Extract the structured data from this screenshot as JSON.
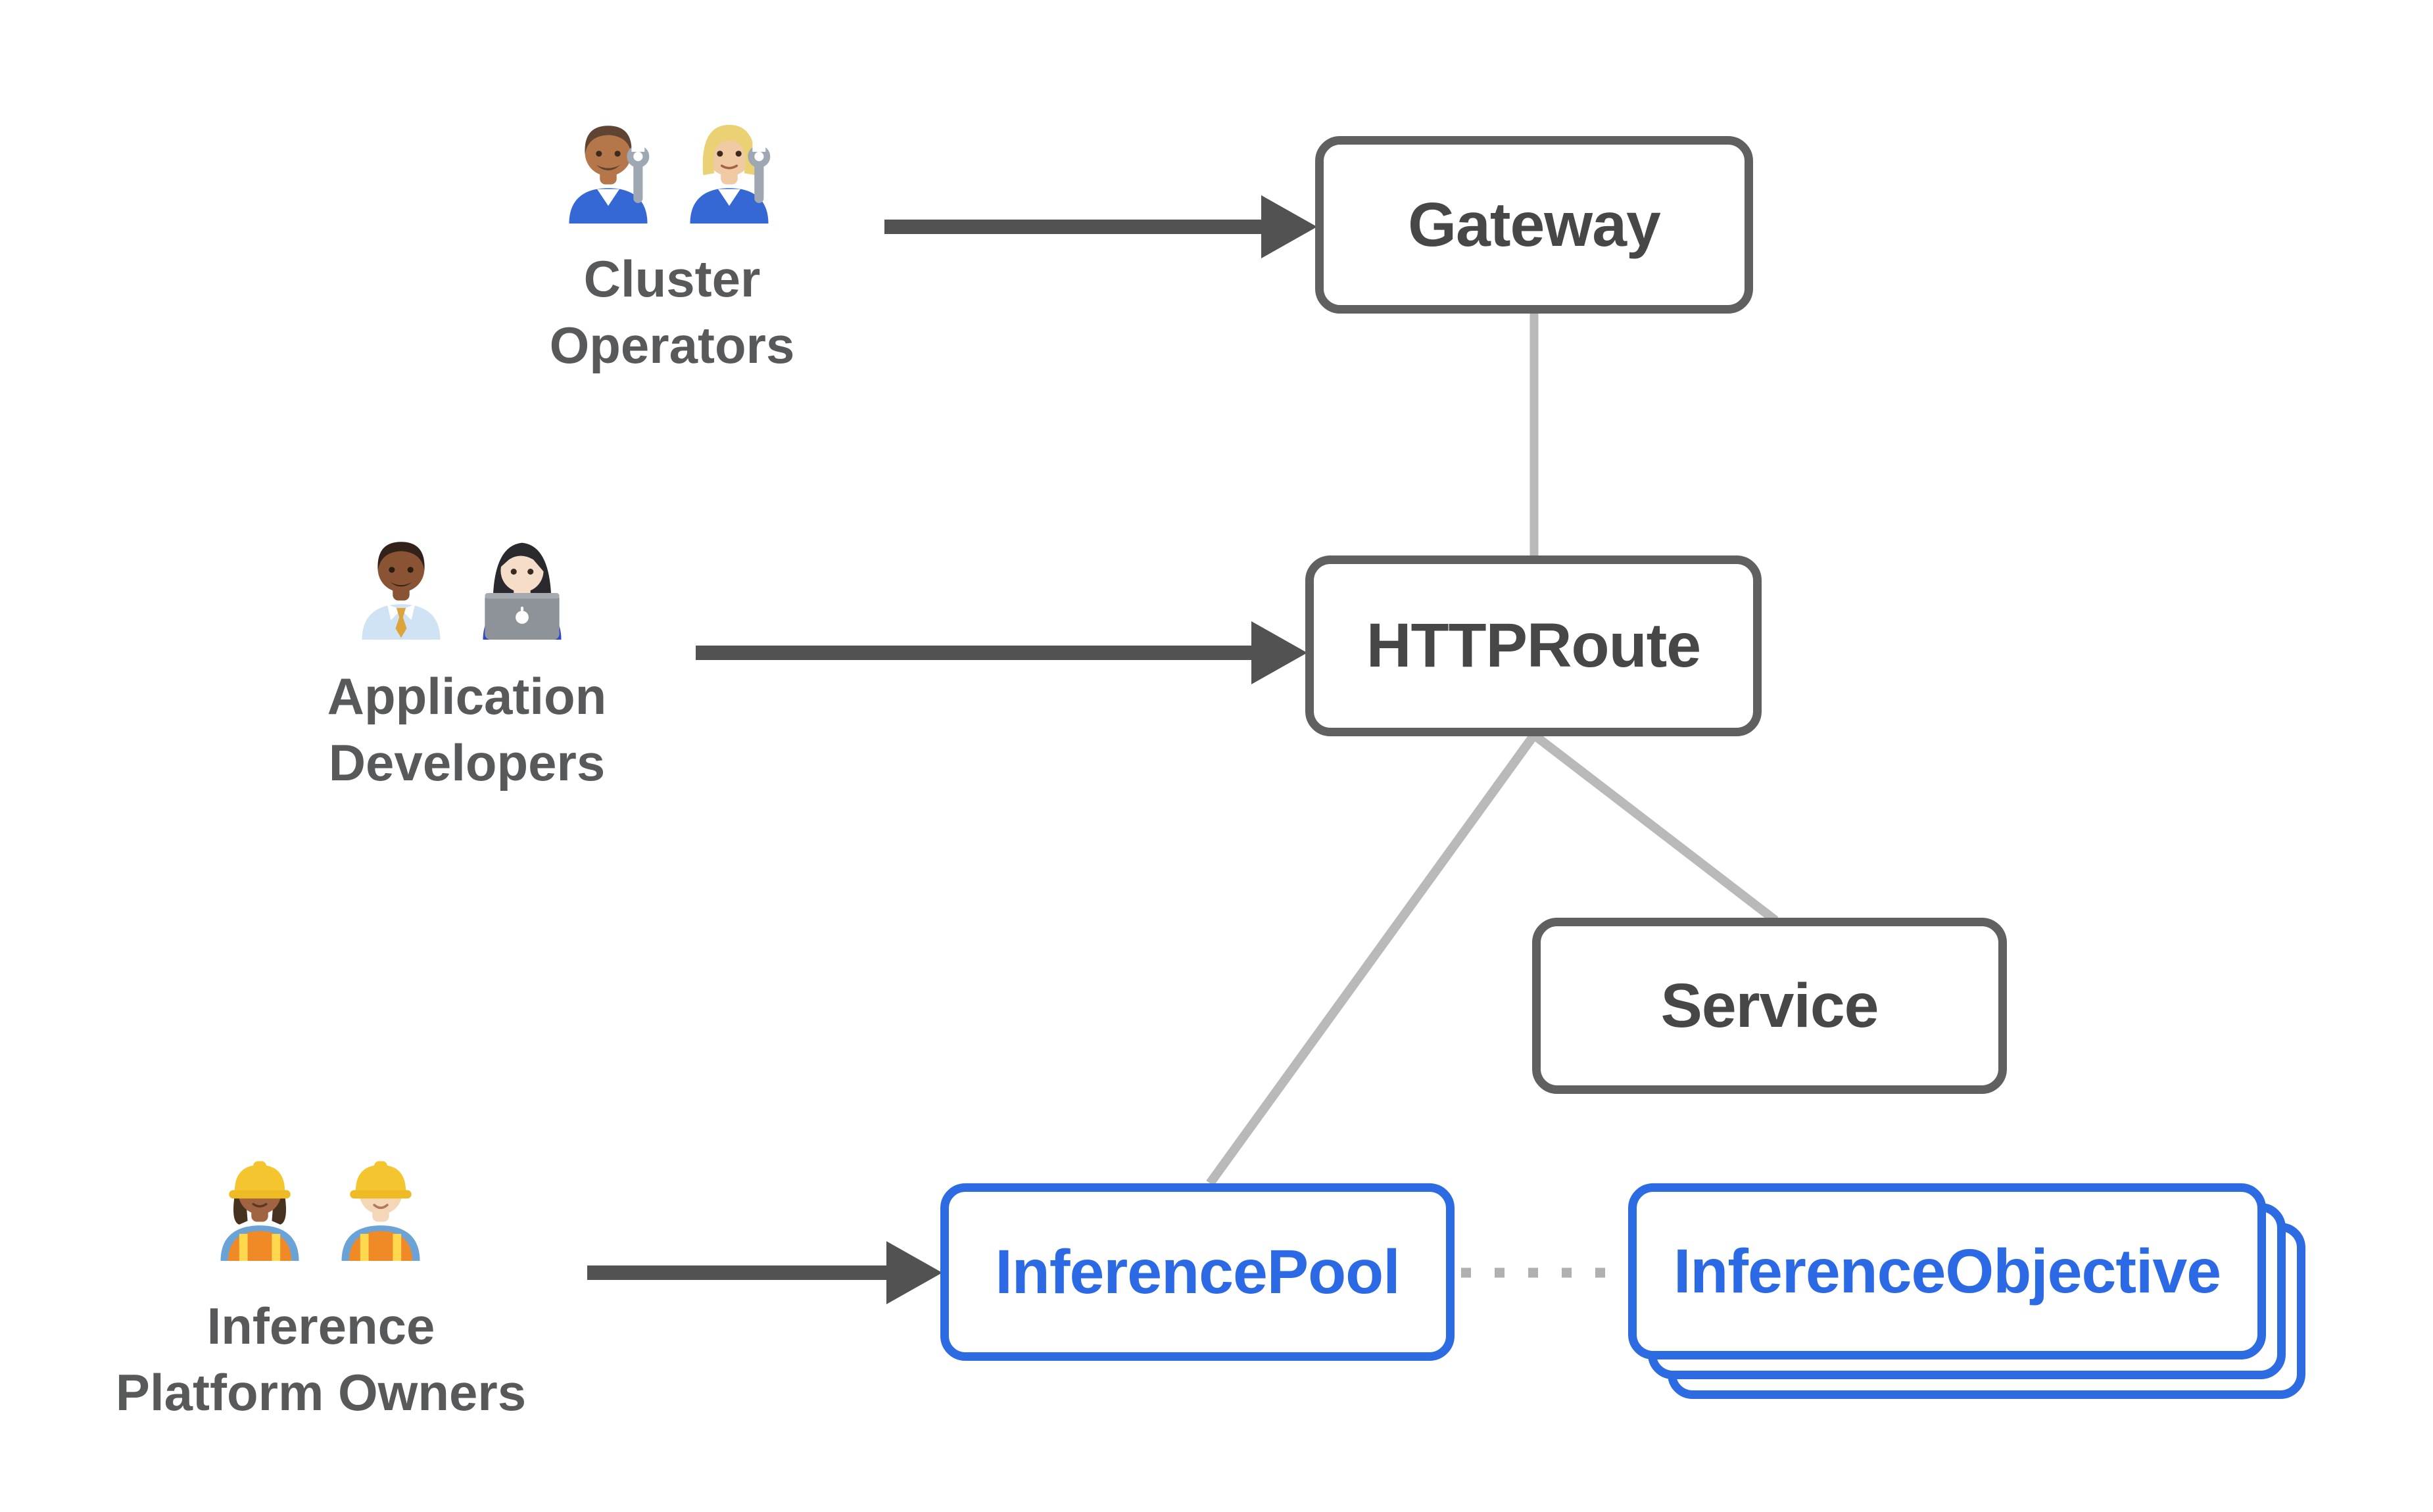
{
  "personas": [
    {
      "name": "cluster-operators",
      "lines": [
        "Cluster",
        "Operators"
      ],
      "emojis": [
        {
          "name": "man-mechanic",
          "char": "👨🏽‍🔧"
        },
        {
          "name": "woman-mechanic",
          "char": "👩🏼‍🔧"
        }
      ]
    },
    {
      "name": "application-developers",
      "lines": [
        "Application",
        "Developers"
      ],
      "emojis": [
        {
          "name": "man-office-worker",
          "char": "👨🏾‍💼"
        },
        {
          "name": "woman-technologist",
          "char": "👩🏻‍💻"
        }
      ]
    },
    {
      "name": "inference-platform-owners",
      "lines": [
        "Inference",
        "Platform Owners"
      ],
      "emojis": [
        {
          "name": "woman-construction-worker",
          "char": "👷🏾‍♀️"
        },
        {
          "name": "man-construction-worker",
          "char": "👷🏻"
        }
      ]
    }
  ],
  "nodes": {
    "gateway": {
      "label": "Gateway"
    },
    "httproute": {
      "label": "HTTPRoute"
    },
    "service": {
      "label": "Service"
    },
    "inference_pool": {
      "label": "InferencePool"
    },
    "inference_objective": {
      "label": "InferenceObjective"
    }
  },
  "colors": {
    "node_border_gray": "#606060",
    "node_text_gray": "#474747",
    "persona_text": "#58595b",
    "arrow_dark": "#525252",
    "connector_light": "#b9b9b9",
    "dot_gray": "#b0b0b0",
    "accent_blue": "#2d6be2",
    "background": "#ffffff"
  }
}
